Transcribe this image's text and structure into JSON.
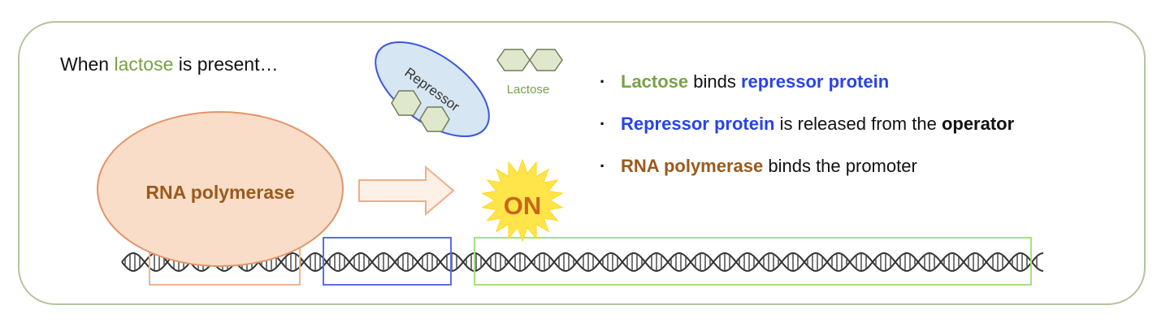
{
  "intro": {
    "prefix": "When ",
    "highlight": "lactose",
    "suffix": " is present…"
  },
  "labels": {
    "repressor": "Repressor",
    "lactose": "Lactose",
    "rna_polymerase": "RNA polymerase",
    "on": "ON"
  },
  "bullets": [
    {
      "dot": "·",
      "parts": [
        {
          "text": "Lactose",
          "style": "green b"
        },
        {
          "text": " binds ",
          "style": ""
        },
        {
          "text": "repressor protein",
          "style": "blue b"
        }
      ]
    },
    {
      "dot": "·",
      "parts": [
        {
          "text": "Repressor protein",
          "style": "blue b"
        },
        {
          "text": " is released from the ",
          "style": ""
        },
        {
          "text": "operator",
          "style": "b"
        }
      ]
    },
    {
      "dot": "·",
      "parts": [
        {
          "text": "RNA polymerase",
          "style": "brown b"
        },
        {
          "text": " binds the promoter",
          "style": ""
        }
      ]
    }
  ],
  "colors": {
    "frame": "#b4c49a",
    "lactose_text": "#7aa146",
    "repressor_text": "#2744e8",
    "polymerase_text": "#9a5a1c",
    "polymerase_fill": "#f9ddc8",
    "polymerase_stroke": "#e2956a",
    "repressor_fill": "#d6e6f2",
    "repressor_stroke": "#3a56e0",
    "lactose_fill": "#dfe8cc",
    "on_burst": "#ffe44a",
    "on_text": "#c8661a",
    "promoter_box": "#f0b48e",
    "operator_box": "#5a6ee8",
    "gene_box": "#a6e07e",
    "dna": "#333333"
  }
}
